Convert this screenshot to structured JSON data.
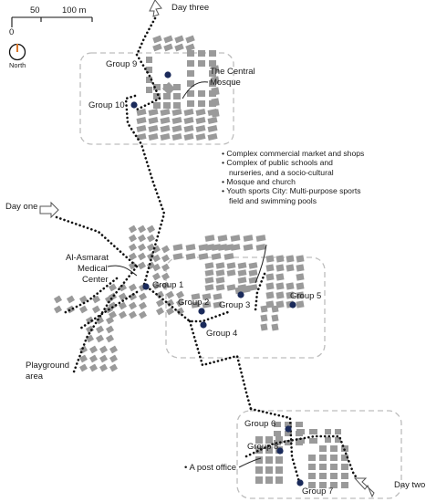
{
  "scale_bar": {
    "tick_start": "0",
    "tick_mid": "50",
    "tick_end": "100 m"
  },
  "north_arrow": {
    "label": "North"
  },
  "days": {
    "one": "Day one",
    "two": "Day two",
    "three": "Day three"
  },
  "groups": [
    "Group 1",
    "Group 2",
    "Group 3",
    "Group 4",
    "Group 5",
    "Group 6",
    "Group 7",
    "Group 8",
    "Group 9",
    "Group 10"
  ],
  "landmarks": {
    "central_mosque_line1": "The Central",
    "central_mosque_line2": "Mosque",
    "medical_line1": "Al-Asmarat",
    "medical_line2": "Medical",
    "medical_line3": "Center",
    "playground_line1": "Playground",
    "playground_line2": "area",
    "post_office": "•  A post office"
  },
  "amenities": [
    "• Complex commercial market and shops",
    "• Complex of public schools and",
    "nurseries, and a socio-cultural",
    "• Mosque and church",
    "• Youth sports City: Multi-purpose sports",
    "field and swimming pools"
  ],
  "colors": {
    "building": "#9a9a9a",
    "route": "#111111",
    "zone": "#bdbdbd",
    "marker": "#1a2a5a",
    "north_needle": "#d9772b"
  }
}
